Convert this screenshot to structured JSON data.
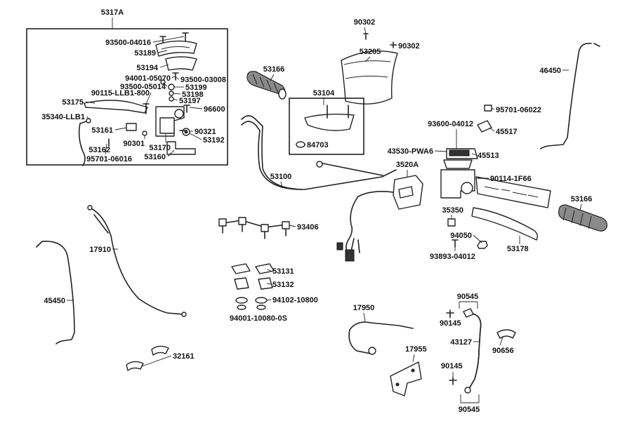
{
  "diagram": {
    "part_numbers": {
      "group_5317A": "5317A",
      "p93500_04016": "93500-04016",
      "p53189": "53189",
      "p53194": "53194",
      "p94001_05070": "94001-05070",
      "p93500_03008": "93500-03008",
      "p93500_05014": "93500-05014",
      "p53199": "53199",
      "p90115_LLB1_800": "90115-LLB1-800",
      "p53198": "53198",
      "p53175": "53175",
      "p53197": "53197",
      "p96600": "96600",
      "p35340_LLB1": "35340-LLB1",
      "p53161": "53161",
      "p90321": "90321",
      "p90301": "90301",
      "p53192": "53192",
      "p53162": "53162",
      "p53170": "53170",
      "p95701_06016": "95701-06016",
      "p53160": "53160",
      "p90302_top": "90302",
      "p90302_right": "90302",
      "p53205": "53205",
      "p53166_left": "53166",
      "p53104": "53104",
      "p84703": "84703",
      "p46450": "46450",
      "p95701_06022": "95701-06022",
      "p93600_04012": "93600-04012",
      "p45517": "45517",
      "p43530_PWA6": "43530-PWA6",
      "p45513": "45513",
      "p3520A": "3520A",
      "p90114_1F66": "90114-1F66",
      "p53100": "53100",
      "p53166_right": "53166",
      "p35350": "35350",
      "p93406": "93406",
      "p94050": "94050",
      "p53178": "53178",
      "p93893_04012": "93893-04012",
      "p17910": "17910",
      "p53131": "53131",
      "p53132": "53132",
      "p94102_10800": "94102-10800",
      "p94001_10080_0S": "94001-10080-0S",
      "p45450": "45450",
      "p90545_top": "90545",
      "p17950": "17950",
      "p90145_top": "90145",
      "p90656": "90656",
      "p43127": "43127",
      "p17955": "17955",
      "p32161": "32161",
      "p90145_bottom": "90145",
      "p90545_bottom": "90545"
    }
  }
}
